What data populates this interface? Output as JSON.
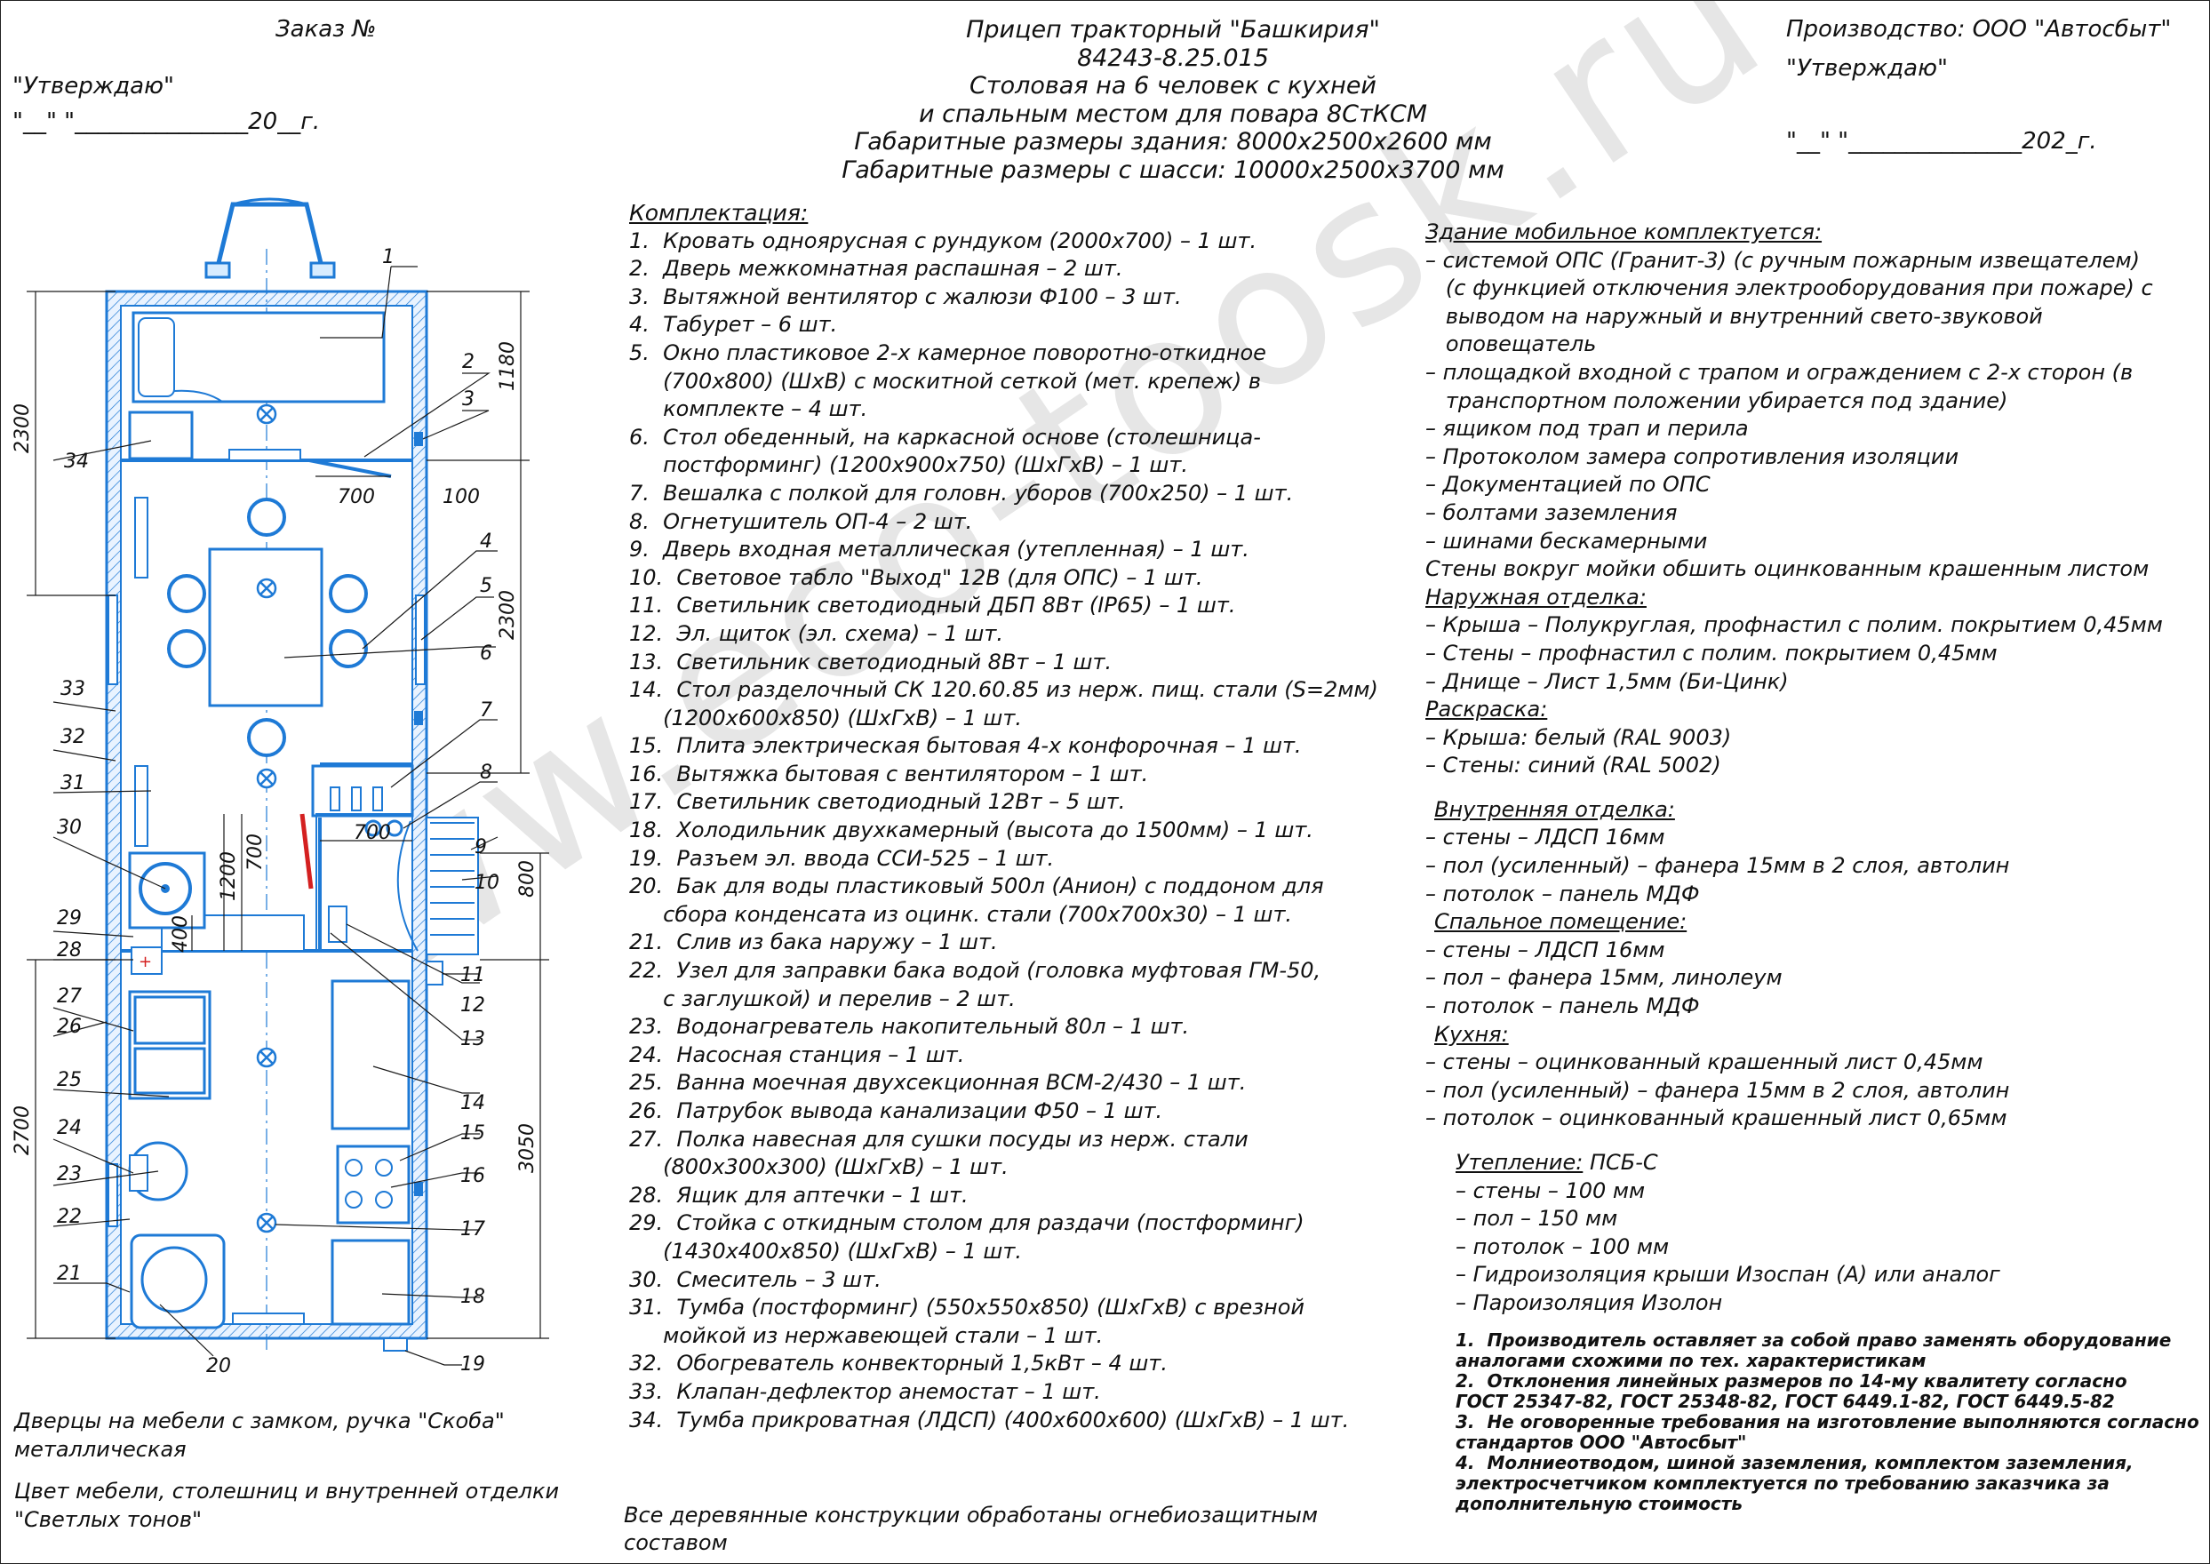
{
  "header_left": {
    "order": "Заказ №",
    "approve": "\"Утверждаю\"",
    "date_line": "\"__\" \"_______________20__г."
  },
  "header_right": {
    "producer": "Производство: ООО \"Автосбыт\"",
    "approve": "\"Утверждаю\"",
    "date_line": "\"__\" \"_______________202_г."
  },
  "title": {
    "lines": [
      "Прицеп тракторный \"Башкирия\"",
      "84243-8.25.015",
      "Столовая на 6 человек с кухней",
      "и спальным местом для повара 8СтКСМ",
      "Габаритные размеры здания: 8000x2500x2600 мм",
      "Габаритные размеры с шасси: 10000x2500x3700 мм"
    ]
  },
  "kit": {
    "heading": "Комплектация:",
    "items": [
      "1.  Кровать одноярусная с рундуком (2000x700) – 1 шт.",
      "2.  Дверь межкомнатная распашная – 2 шт.",
      "3.  Вытяжной вентилятор с жалюзи Ф100 – 3 шт.",
      "4.  Табурет – 6 шт.",
      "5.  Окно пластиковое 2-х камерное поворотно-откидное",
      "     (700x800) (ШхВ) с москитной сеткой (мет. крепеж) в",
      "     комплекте – 4 шт.",
      "6.  Стол обеденный, на каркасной основе (столешница-",
      "     постформинг) (1200x900x750) (ШхГхВ) – 1 шт.",
      "7.  Вешалка с полкой для головн. уборов (700x250) – 1 шт.",
      "8.  Огнетушитель ОП-4 – 2 шт.",
      "9.  Дверь входная металлическая (утепленная) – 1 шт.",
      "10.  Световое табло \"Выход\" 12В (для ОПС) – 1 шт.",
      "11.  Светильник светодиодный ДБП 8Вт (IP65) – 1 шт.",
      "12.  Эл. щиток (эл. схема) – 1 шт.",
      "13.  Светильник светодиодный 8Вт – 1 шт.",
      "14.  Стол разделочный СК 120.60.85 из нерж. пищ. стали (S=2мм)",
      "     (1200x600x850) (ШхГхВ) – 1 шт.",
      "15.  Плита электрическая бытовая 4-х конфорочная – 1 шт.",
      "16.  Вытяжка бытовая с вентилятором – 1 шт.",
      "17.  Светильник светодиодный 12Вт – 5 шт.",
      "18.  Холодильник двухкамерный (высота до 1500мм) – 1 шт.",
      "19.  Разъем эл. ввода ССИ-525 – 1 шт.",
      "20.  Бак для воды пластиковый 500л (Анион) с поддоном для",
      "     сбора конденсата из оцинк. стали (700x700x30) – 1 шт.",
      "21.  Слив из бака наружу – 1 шт.",
      "22.  Узел для заправки бака водой (головка муфтовая ГМ-50,",
      "     с заглушкой) и перелив – 2 шт.",
      "23.  Водонагреватель накопительный 80л – 1 шт.",
      "24.  Насосная станция – 1 шт.",
      "25.  Ванна моечная двухсекционная ВСМ-2/430 – 1 шт.",
      "26.  Патрубок вывода канализации Ф50 – 1 шт.",
      "27.  Полка навесная для сушки посуды из нерж. стали",
      "     (800x300x300) (ШхГхВ) – 1 шт.",
      "28.  Ящик для аптечки – 1 шт.",
      "29.  Стойка с откидным столом для раздачи (постформинг)",
      "     (1430x400x850) (ШхГхВ) – 1 шт.",
      "30.  Смеситель – 3 шт.",
      "31.  Тумба (постформинг) (550x550x850) (ШхГхВ) с врезной",
      "     мойкой из нержавеющей стали – 1 шт.",
      "32.  Обогреватель конвекторный 1,5кВт – 4 шт.",
      "33.  Клапан-дефлектор анемостат – 1 шт.",
      "34.  Тумба прикроватная (ЛДСП) (400x600x600) (ШхГхВ) – 1 шт."
    ],
    "footer": "Все деревянные конструкции обработаны огнебиозащитным\nсоставом"
  },
  "right_spec": {
    "building_heading": "Здание мобильное комплектуется:",
    "building_items": [
      "– системой ОПС (Гранит-3) (с ручным пожарным извещателем)",
      "   (с функцией отключения электрооборудования при пожаре) с",
      "   выводом на наружный и внутренний свето-звуковой",
      "   оповещатель",
      "– площадкой входной с трапом и ограждением с 2-х сторон (в",
      "   транспортном положении убирается под здание)",
      "– ящиком под трап и перила",
      "– Протоколом замера сопротивления изоляции",
      "– Документацией по ОПС",
      "– болтами заземления",
      "– шинами бескамерными",
      "Стены вокруг мойки обшить оцинкованным крашенным листом"
    ],
    "outer_heading": "Наружная отделка:",
    "outer_items": [
      "– Крыша – Полукруглая, профнастил с полим. покрытием 0,45мм",
      "– Стены – профнастил с полим. покрытием 0,45мм",
      "– Днище – Лист 1,5мм (Би-Цинк)"
    ],
    "paint_heading": "Раскраска:",
    "paint_items": [
      "– Крыша: белый (RAL 9003)",
      "– Стены: синий (RAL 5002)"
    ],
    "inner_heading": "Внутренняя отделка:",
    "inner_items": [
      "– стены – ЛДСП 16мм",
      "– пол (усиленный) – фанера 15мм в 2 слоя, автолин",
      "– потолок – панель МДФ"
    ],
    "sleep_heading": "Спальное помещение:",
    "sleep_items": [
      "– стены – ЛДСП 16мм",
      "– пол – фанера 15мм, линолеум",
      "– потолок – панель МДФ"
    ],
    "kitchen_heading": "Кухня:",
    "kitchen_items": [
      "– стены – оцинкованный крашенный лист 0,45мм",
      "– пол (усиленный) – фанера 15мм в 2 слоя, автолин",
      "– потолок – оцинкованный крашенный лист 0,65мм"
    ],
    "insul_heading": "Утепление:",
    "insul_value": " ПСБ-С",
    "insul_items": [
      "– стены – 100 мм",
      "– пол – 150 мм",
      "– потолок – 100 мм",
      "– Гидроизоляция крыши Изоспан (А) или аналог",
      "– Пароизоляция Изолон"
    ],
    "notes": [
      "1.  Производитель оставляет за собой право заменять оборудование",
      "аналогами схожими по тех. характеристикам",
      "2.  Отклонения линейных размеров по 14-му квалитету согласно",
      "ГОСТ 25347-82, ГОСТ 25348-82, ГОСТ 6449.1-82, ГОСТ 6449.5-82",
      "3.  Не оговоренные требования на изготовление выполняются согласно",
      "стандартов ООО \"Автосбыт\"",
      "4.  Молниеотводом, шиной заземления, комплектом заземления,",
      "электросчетчиком комплектуется по требованию заказчика за",
      "дополнительную стоимость"
    ]
  },
  "bottom_left": {
    "line1": "Дверцы на мебели с замком, ручка \"Скоба\"",
    "line2": "металлическая",
    "line3": "Цвет мебели, столешниц и внутренней отделки",
    "line4": "\"Светлых тонов\""
  },
  "plan": {
    "dims": {
      "d2300_left": "2300",
      "d2700_left": "2700",
      "d1180": "1180",
      "d2300_right": "2300",
      "d3050": "3050",
      "d800": "800",
      "d700_top": "700",
      "d100": "100",
      "d700_mid": "700",
      "d700_vert": "700",
      "d1200": "1200",
      "d400": "400"
    },
    "callouts_left": [
      "34",
      "33",
      "32",
      "31",
      "30",
      "29",
      "28",
      "27",
      "26",
      "25",
      "24",
      "23",
      "22",
      "21",
      "20"
    ],
    "callouts_right": [
      "1",
      "2",
      "3",
      "4",
      "5",
      "6",
      "7",
      "8",
      "9",
      "10",
      "11",
      "12",
      "13",
      "14",
      "15",
      "16",
      "17",
      "18",
      "19"
    ],
    "colors": {
      "wall": "#1e7ad6",
      "fill": "#d7ecff",
      "line": "#1a1a1a",
      "red": "#d42020"
    }
  },
  "watermark": "www.eco-toosk.ru"
}
